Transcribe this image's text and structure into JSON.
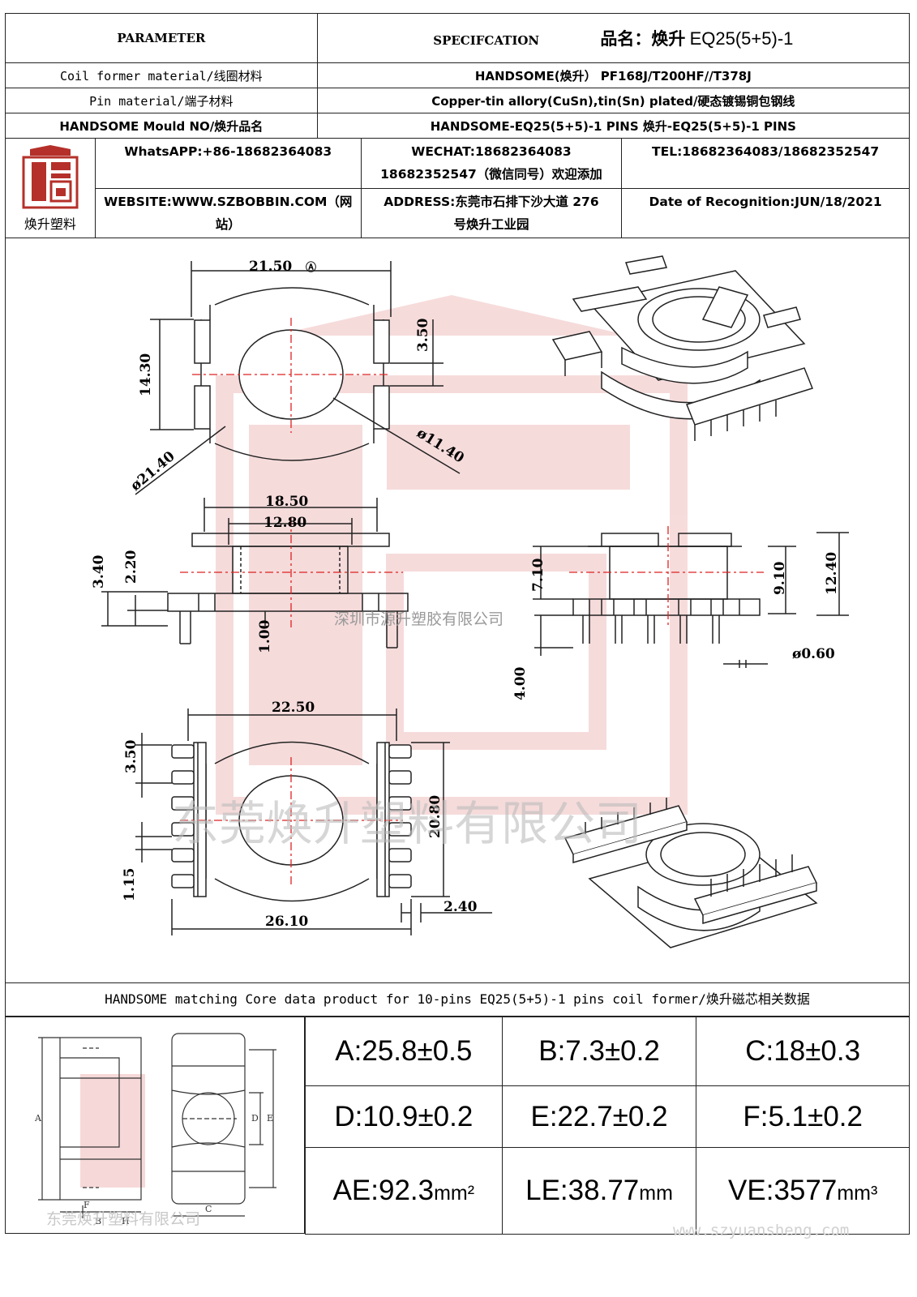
{
  "header": {
    "parameter": "PARAMETER",
    "specification": "SPECIFCATION",
    "product_name_label": "品名：焕升",
    "product_model": "EQ25(5+5)-1"
  },
  "rows": [
    {
      "label": "Coil former material/线圈材料",
      "value": "HANDSOME(焕升）   PF168J/T200HF//T378J"
    },
    {
      "label": "Pin material/端子材料",
      "value": "Copper-tin allory(CuSn),tin(Sn) plated/硬态镀锡铜包钢线"
    },
    {
      "label": "HANDSOME Mould NO/焕升品名",
      "value": "HANDSOME-EQ25(5+5)-1 PINS    焕升-EQ25(5+5)-1 PINS"
    }
  ],
  "contact": {
    "logo_text": "焕升塑料",
    "whatsapp": "WhatsAPP:+86-18682364083",
    "wechat_line1": "WECHAT:18682364083",
    "wechat_line2": "18682352547（微信同号）欢迎添加",
    "tel": "TEL:18682364083/18682352547",
    "website_line1": "WEBSITE:WWW.SZBOBBIN.COM（网",
    "website_line2": "站）",
    "address_line1": "ADDRESS:东莞市石排下沙大道 276",
    "address_line2": "号焕升工业园",
    "date": "Date of Recognition:JUN/18/2021"
  },
  "drawing": {
    "top_view": {
      "dim_a": "21.50",
      "dim_b": "14.30",
      "dim_c": "ø21.40",
      "dim_d": "ø11.40",
      "dim_35": "3.50"
    },
    "side_view": {
      "dim_e": "18.50",
      "dim_f": "12.80",
      "dim_g": "3.40",
      "dim_h": "2.20",
      "dim_100": "1.00"
    },
    "front_view": {
      "dim_i": "7.10",
      "dim_j": "9.10",
      "dim_k": "12.40",
      "dim_l": "ø0.60",
      "dim_m": "4.00"
    },
    "bottom_view": {
      "dim_n": "22.50",
      "dim_o": "3.50",
      "dim_p": "26.10",
      "dim_q": "20.80",
      "dim_115": "1.15",
      "dim_240": "2.40"
    },
    "watermark_text_1": "深圳市源升塑胶有限公司",
    "watermark_text_2": "东莞焕升塑料有限公司"
  },
  "core": {
    "title": "HANDSOME matching Core data  product for 10-pins EQ25(5+5)-1 pins coil former/焕升磁芯相关数据",
    "params": [
      {
        "label": "A:25.8±0.5"
      },
      {
        "label": "B:7.3±0.2"
      },
      {
        "label": "C:18±0.3"
      },
      {
        "label": "D:10.9±0.2"
      },
      {
        "label": "E:22.7±0.2"
      },
      {
        "label": "F:5.1±0.2"
      }
    ],
    "ae_value": "AE:92.3",
    "ae_unit": "mm²",
    "le_value": "LE:38.77",
    "le_unit": "mm",
    "ve_value": "VE:3577",
    "ve_unit": "mm³",
    "diagram_labels": {
      "a": "A",
      "b": "B",
      "c": "C",
      "d": "D",
      "e": "E",
      "f": "F",
      "h": "H"
    },
    "watermark": "东莞焕升塑料有限公司"
  },
  "footer_watermark": "www.szyuansheng.com"
}
